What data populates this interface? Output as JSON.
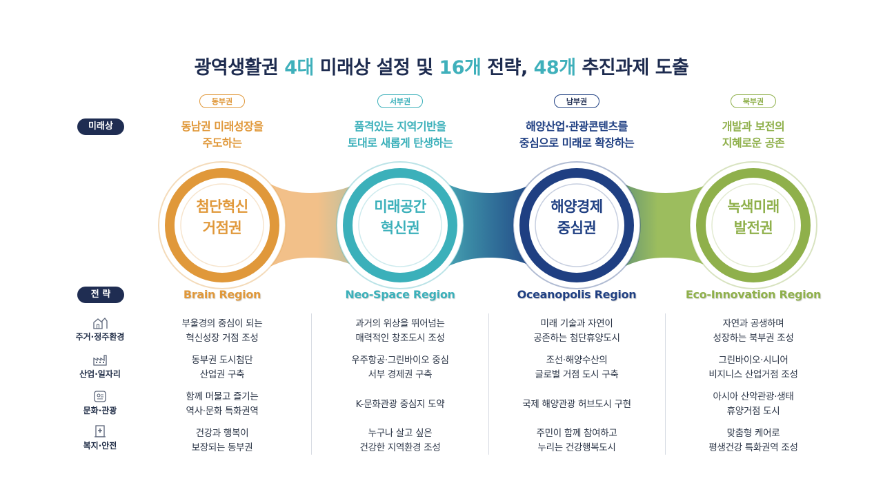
{
  "title": {
    "p1": "광역생활권 ",
    "h1": "4대",
    "p2": " 미래상 설정 및 ",
    "h2": "16개",
    "p3": " 전략, ",
    "h3": "48개",
    "p4": " 추진과제 도출"
  },
  "row_labels": {
    "vision": "미래상",
    "strategy": "전 략"
  },
  "categories": [
    {
      "icon": "house-icon",
      "label": "주거·정주환경"
    },
    {
      "icon": "factory-icon",
      "label": "산업·일자리"
    },
    {
      "icon": "culture-icon",
      "label": "문화·관광"
    },
    {
      "icon": "welfare-icon",
      "label": "복지·안전"
    }
  ],
  "regions": [
    {
      "area": "동부권",
      "vision": [
        "동남권 미래성장을",
        "주도하는"
      ],
      "circle": [
        "첨단혁신",
        "거점권"
      ],
      "name": "Brain Region",
      "color": "#e0983a",
      "strategies": [
        [
          "부울경의 중심이 되는",
          "혁신성장 거점 조성"
        ],
        [
          "동부권 도시첨단",
          "산업권 구축"
        ],
        [
          "함께 머물고 즐기는",
          "역사·문화 특화권역"
        ],
        [
          "건강과 행복이",
          "보장되는 동부권"
        ]
      ]
    },
    {
      "area": "서부권",
      "vision": [
        "품격있는 지역기반을",
        "토대로 새롭게 탄생하는"
      ],
      "circle": [
        "미래공간",
        "혁신권"
      ],
      "name": "Neo-Space Region",
      "color": "#3bb0ba",
      "strategies": [
        [
          "과거의 위상을 뛰어넘는",
          "매력적인 창조도시 조성"
        ],
        [
          "우주항공·그린바이오 중심",
          "서부 경제권 구축"
        ],
        [
          "K-문화관광 중심지 도약"
        ],
        [
          "누구나 살고 싶은",
          "건강한 지역환경 조성"
        ]
      ]
    },
    {
      "area": "남부권",
      "vision": [
        "해양산업·관광콘텐츠를",
        "중심으로 미래로 확장하는"
      ],
      "circle": [
        "해양경제",
        "중심권"
      ],
      "name": "Oceanopolis Region",
      "color": "#1f3f82",
      "strategies": [
        [
          "미래 기술과 자연이",
          "공존하는 첨단휴양도시"
        ],
        [
          "조선·해양수산의",
          "글로벌 거점 도시 구축"
        ],
        [
          "국제 해양관광 허브도시 구현"
        ],
        [
          "주민이 함께 참여하고",
          "누리는 건강행복도시"
        ]
      ]
    },
    {
      "area": "북부권",
      "vision": [
        "개발과 보전의",
        "지혜로운 공존"
      ],
      "circle": [
        "녹색미래",
        "발전권"
      ],
      "name": "Eco-Innovation Region",
      "color": "#8fb04b",
      "strategies": [
        [
          "자연과 공생하며",
          "성장하는 북부권 조성"
        ],
        [
          "그린바이오·시니어",
          "비지니스 산업거점 조성"
        ],
        [
          "아시아 산악관광·생태",
          "휴양거점 도시"
        ],
        [
          "맞춤형 케어로",
          "평생건강 특화권역 조성"
        ]
      ]
    }
  ]
}
